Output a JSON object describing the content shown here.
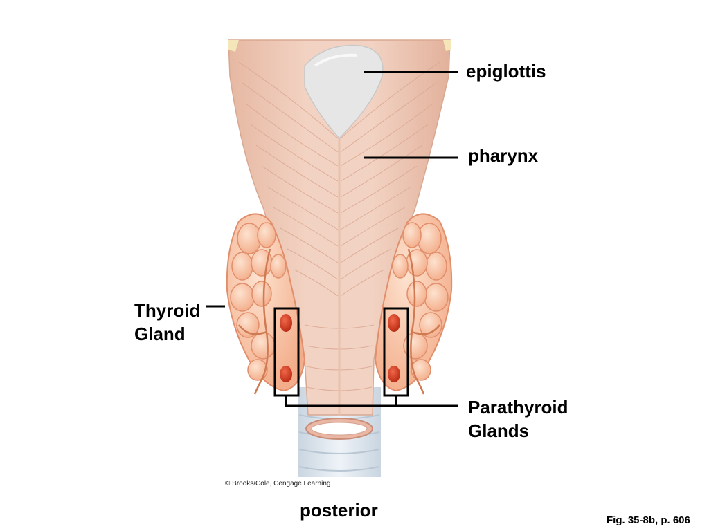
{
  "labels": {
    "epiglottis": "epiglottis",
    "pharynx": "pharynx",
    "thyroid_line1": "Thyroid",
    "thyroid_line2": "Gland",
    "parathyroid_line1": "Parathyroid",
    "parathyroid_line2": "Glands"
  },
  "view": "posterior",
  "credit": "© Brooks/Cole, Cengage Learning",
  "figure_ref": "Fig. 35-8b, p. 606",
  "colors": {
    "tissue": "#efc9b6",
    "tissue_shadow": "#d9a48e",
    "epiglottis": "#e4e4e4",
    "thyroid": "#f9c6a6",
    "thyroid_lobule_edge": "#e69a78",
    "parathyroid": "#d63a22",
    "trachea": "#dfe7ef",
    "leader": "#000000"
  }
}
